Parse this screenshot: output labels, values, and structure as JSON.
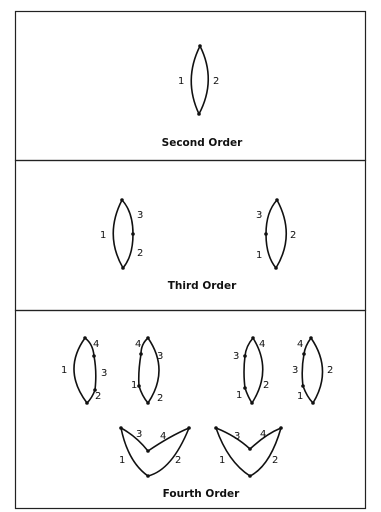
{
  "panels": [
    {
      "caption": "Second Order",
      "graphs": [
        {
          "labels": [
            "1",
            "2"
          ]
        }
      ]
    },
    {
      "caption": "Third Order",
      "graphs": [
        {
          "labels": [
            "1",
            "3",
            "2"
          ]
        },
        {
          "labels": [
            "3",
            "2",
            "1"
          ]
        }
      ]
    },
    {
      "caption": "Fourth Order",
      "graphs": [
        {
          "labels": [
            "1",
            "4",
            "3",
            "2"
          ]
        },
        {
          "labels": [
            "4",
            "3",
            "1",
            "2"
          ]
        },
        {
          "labels": [
            "3",
            "4",
            "1",
            "2"
          ]
        },
        {
          "labels": [
            "4",
            "3",
            "2",
            "1"
          ]
        },
        {
          "labels": [
            "3",
            "4",
            "1",
            "2"
          ]
        },
        {
          "labels": [
            "3",
            "4",
            "1",
            "2"
          ]
        }
      ]
    }
  ]
}
